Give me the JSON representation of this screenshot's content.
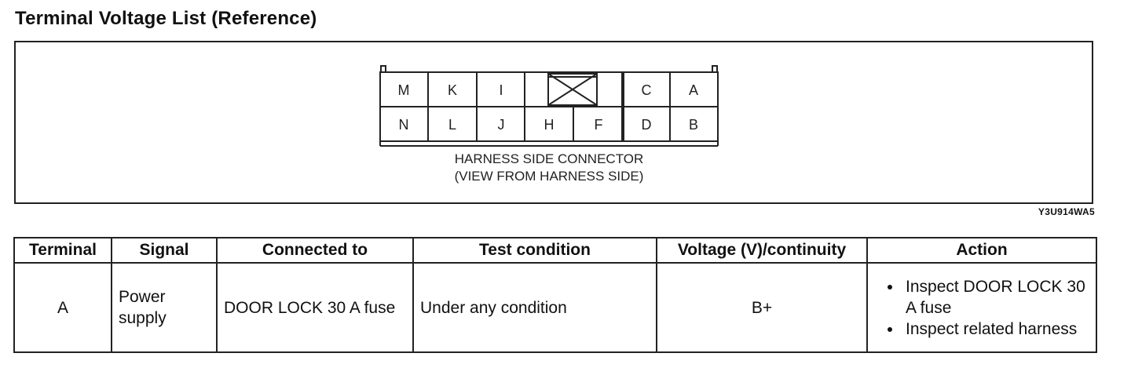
{
  "title": "Terminal Voltage List (Reference)",
  "figure_id": "Y3U914WA5",
  "connector": {
    "top_row": [
      "M",
      "K",
      "I",
      "",
      "C",
      "A"
    ],
    "bottom_row": [
      "N",
      "L",
      "J",
      "H",
      "F",
      "D",
      "B"
    ],
    "caption_line1": "HARNESS SIDE CONNECTOR",
    "caption_line2": "(VIEW FROM HARNESS SIDE)"
  },
  "table": {
    "headers": [
      "Terminal",
      "Signal",
      "Connected to",
      "Test condition",
      "Voltage (V)/continuity",
      "Action"
    ],
    "rows": [
      {
        "terminal": "A",
        "signal": "Power supply",
        "connected_to": "DOOR LOCK 30 A fuse",
        "test_condition": "Under any condition",
        "voltage": "B+",
        "actions": [
          "Inspect DOOR LOCK 30 A fuse",
          "Inspect related harness"
        ]
      }
    ]
  }
}
